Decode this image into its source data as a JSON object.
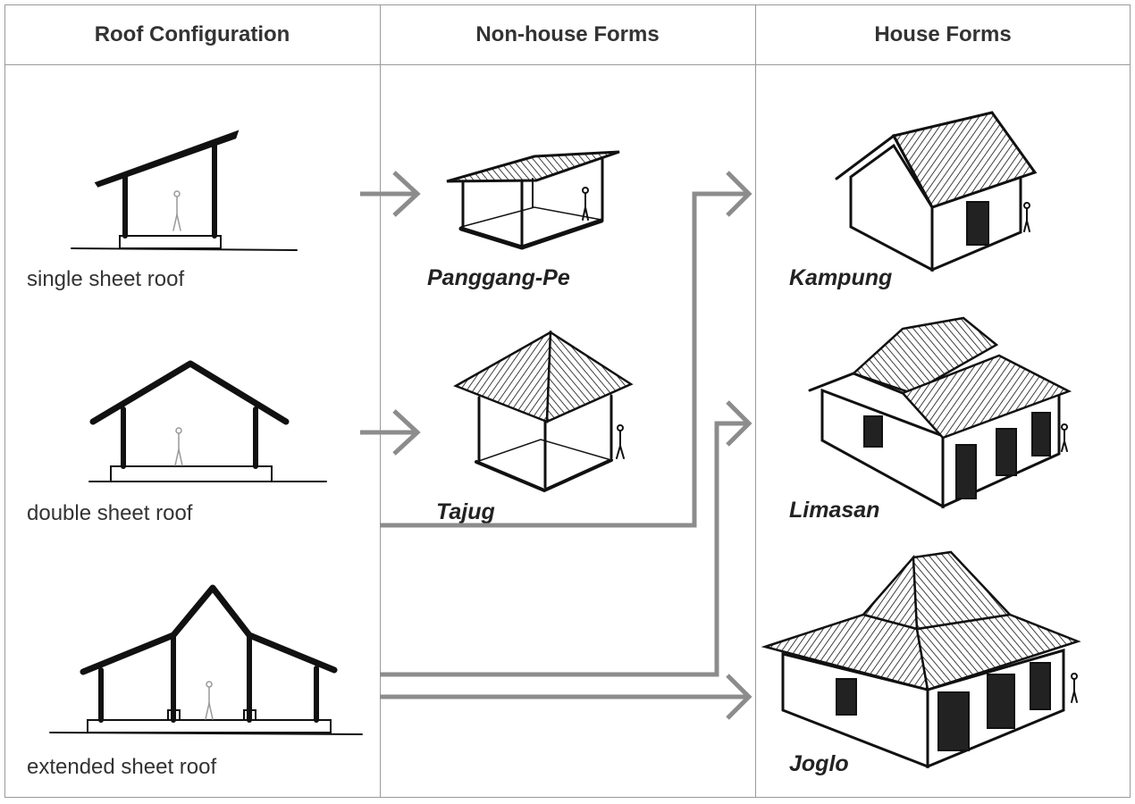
{
  "headers": {
    "roof_configuration": "Roof Configuration",
    "non_house_forms": "Non-house Forms",
    "house_forms": "House Forms"
  },
  "roof_types": [
    {
      "label": "single sheet roof"
    },
    {
      "label": "double sheet roof"
    },
    {
      "label": "extended sheet roof"
    }
  ],
  "non_house_forms": [
    {
      "name": "Panggang-Pe"
    },
    {
      "name": "Tajug"
    }
  ],
  "house_forms": [
    {
      "name": "Kampung"
    },
    {
      "name": "Limasan"
    },
    {
      "name": "Joglo"
    }
  ],
  "colors": {
    "arrow": "#8c8c8c",
    "border": "#9a9a9a",
    "ink": "#111111"
  }
}
